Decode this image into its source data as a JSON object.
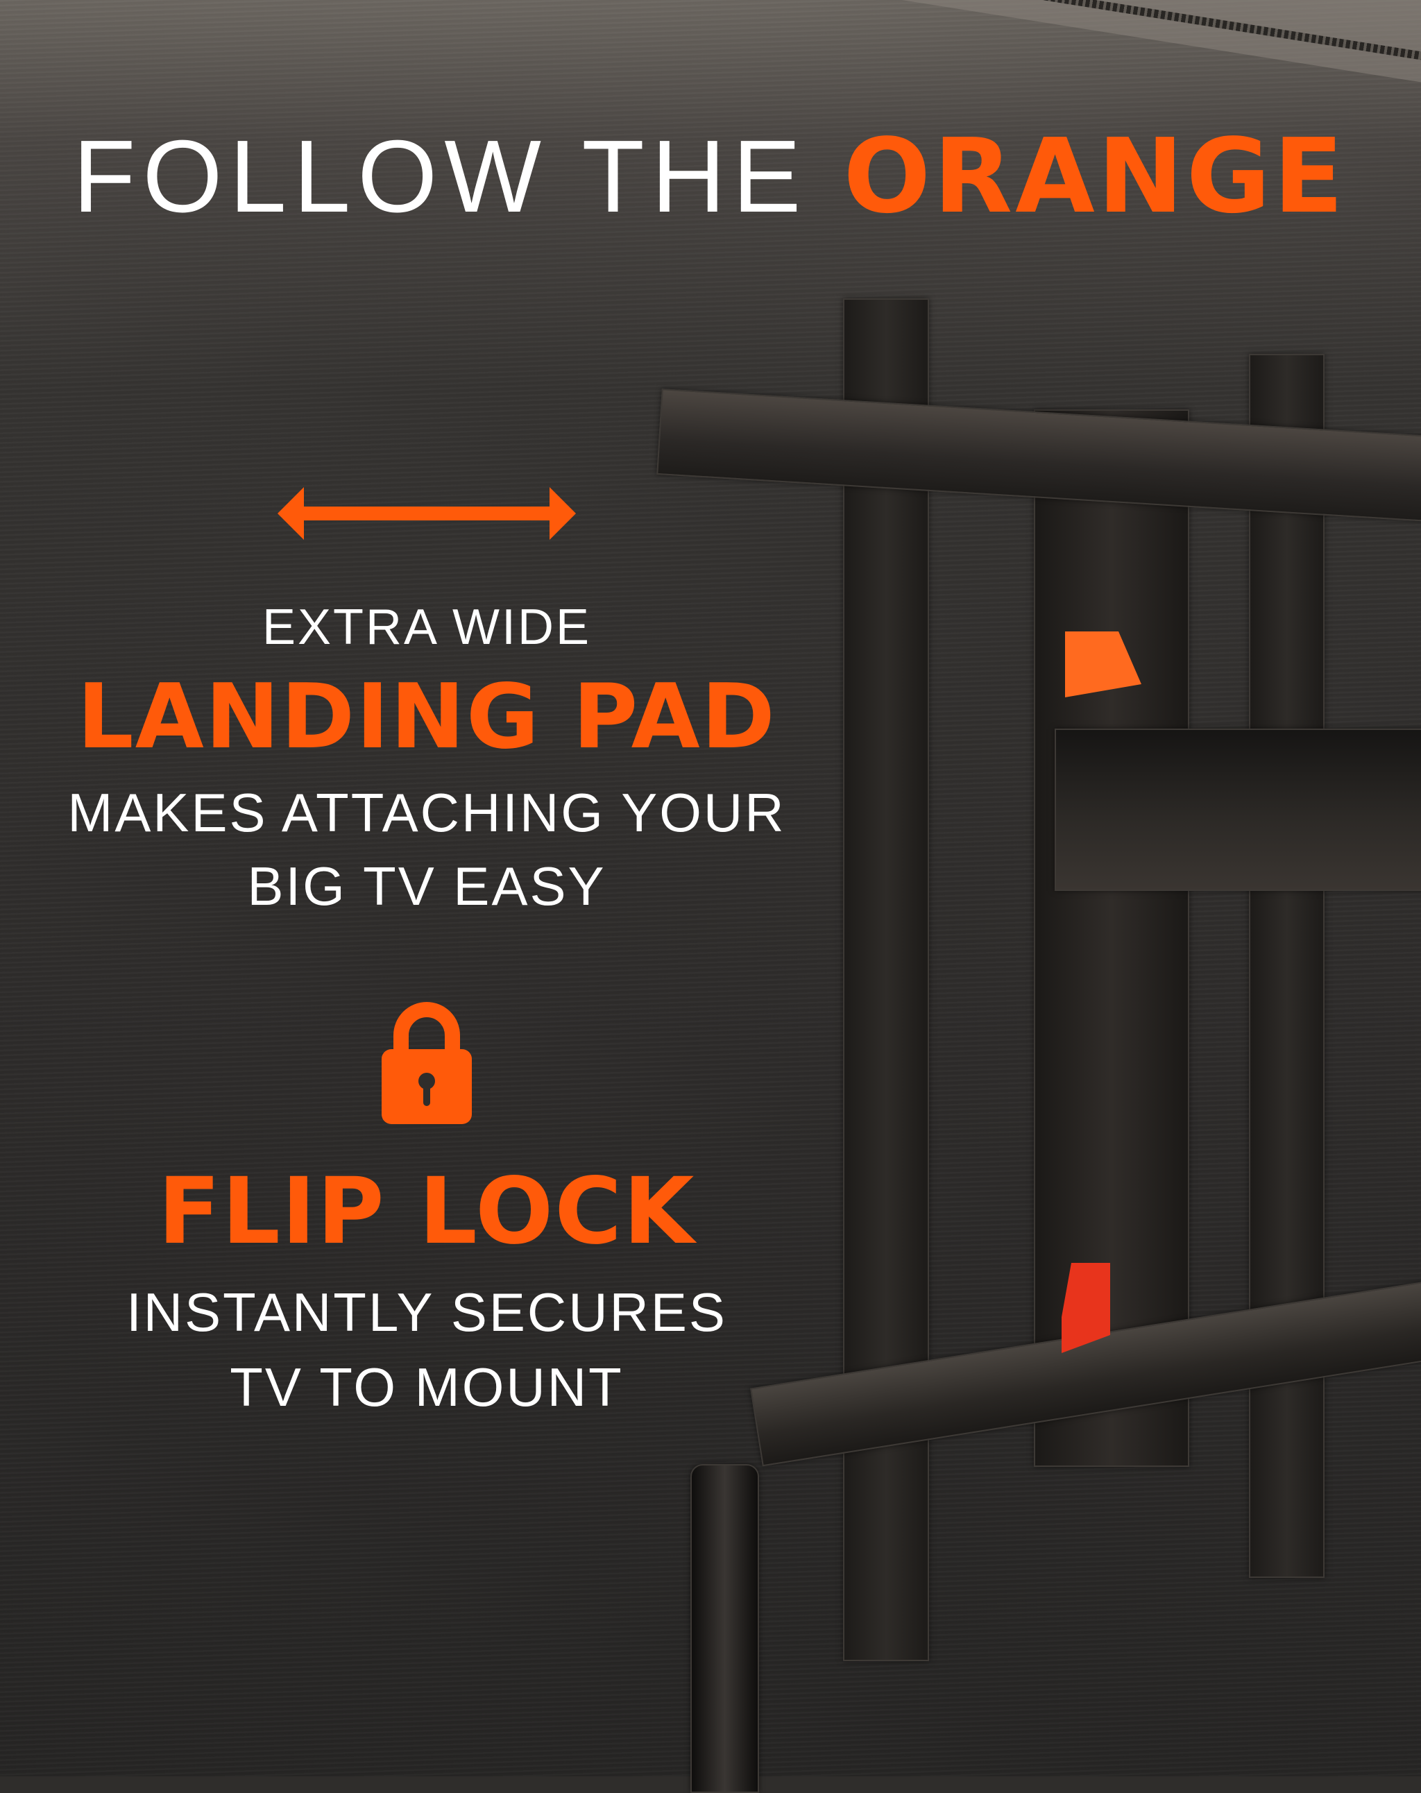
{
  "headline": {
    "light": "FOLLOW THE",
    "bold": "ORANGE"
  },
  "features": [
    {
      "icon": "double-arrow-horizontal-icon",
      "lead": "EXTRA WIDE",
      "title": "LANDING PAD",
      "lines": [
        "MAKES ATTACHING YOUR",
        "BIG TV EASY"
      ]
    },
    {
      "icon": "padlock-icon",
      "title": "FLIP LOCK",
      "lines": [
        "INSTANTLY SECURES",
        "TV TO MOUNT"
      ]
    }
  ],
  "colors": {
    "accent": "#ff5a0a",
    "text": "#ffffff",
    "background": "#2f2d2b",
    "flip_lock_tab": "#e8341c"
  }
}
